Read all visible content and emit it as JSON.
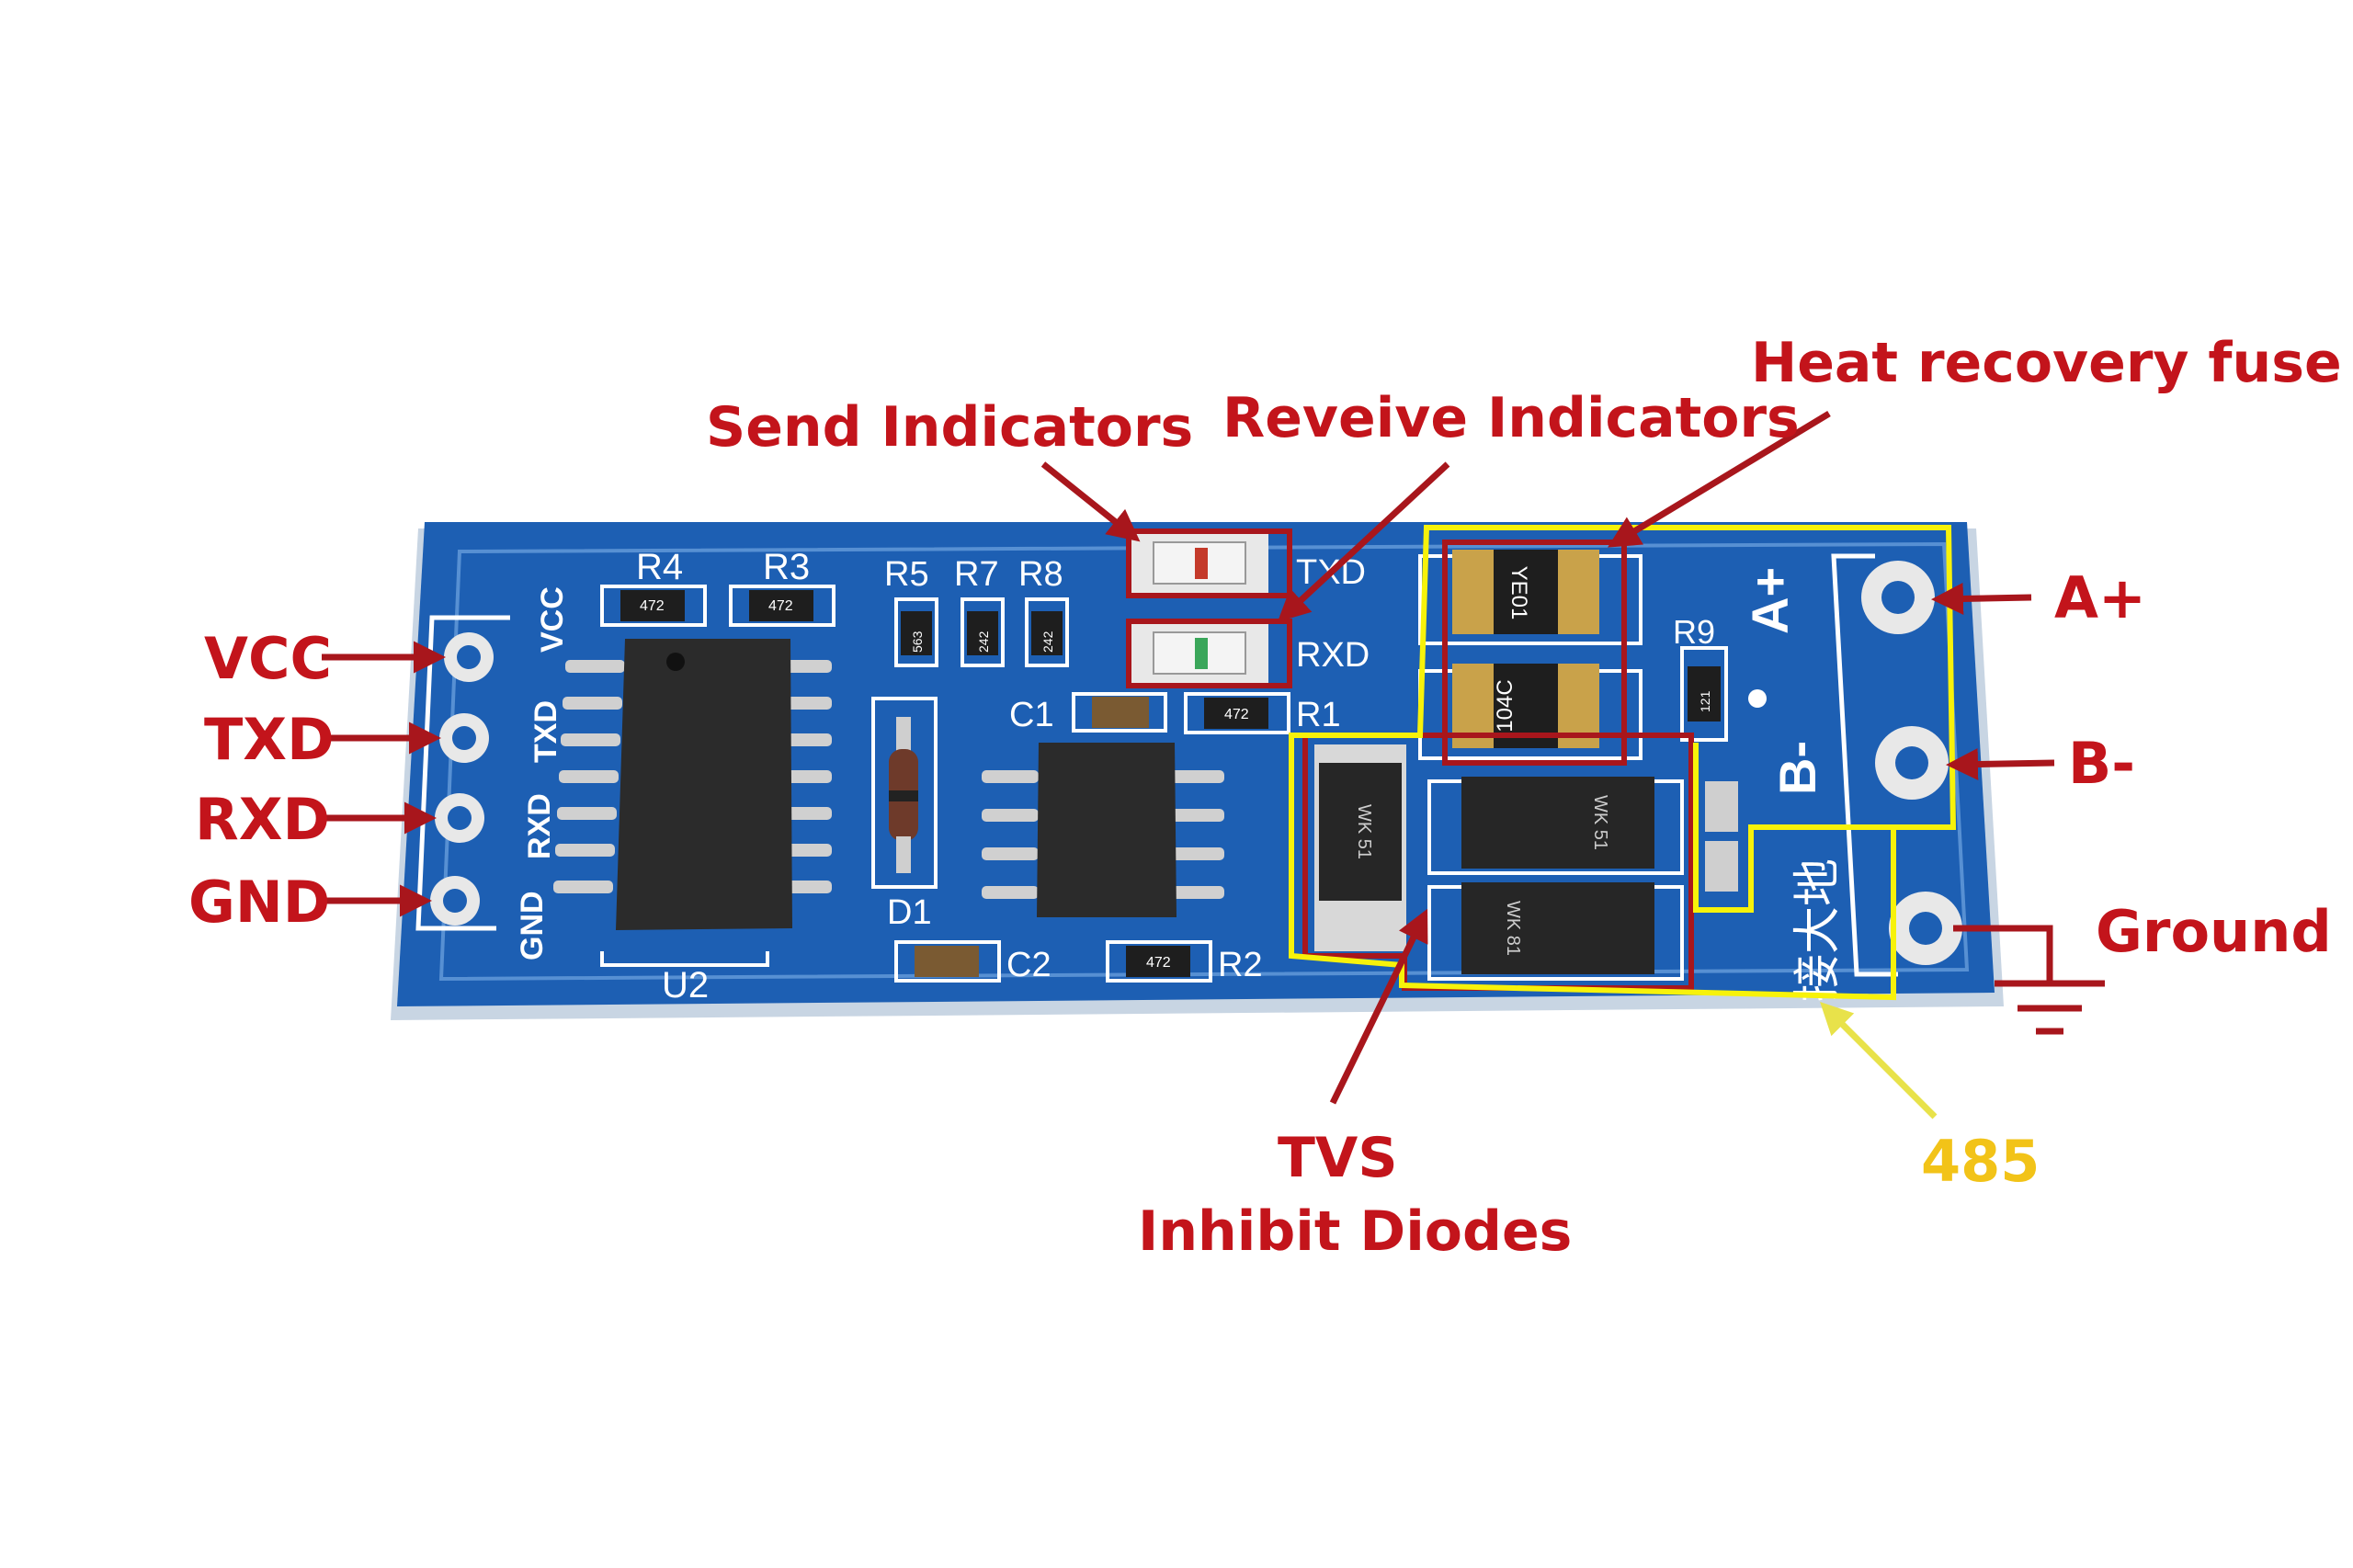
{
  "colors": {
    "label": "#c3141b",
    "yellow_label": "#f2c318",
    "pcb": "#1d5fb3",
    "silk": "#ffffff",
    "chip": "#2a2a2a",
    "fuse": "#c9a24a",
    "yellow_box": "#f7f20a"
  },
  "labels": {
    "send_indicators": "Send Indicators",
    "receive_indicators": "Reveive Indicators",
    "heat_recovery_fuse": "Heat recovery fuse",
    "vcc": "VCC",
    "txd": "TXD",
    "rxd": "RXD",
    "gnd": "GND",
    "a_plus": "A+",
    "b_minus": "B-",
    "ground": "Ground",
    "tvs_line1": "TVS",
    "tvs_line2": "Inhibit Diodes",
    "rs485": "485"
  },
  "board_silkscreen": {
    "vcc": "VCC",
    "txd": "TXD",
    "rxd": "RXD",
    "gnd": "GND",
    "r4": "R4",
    "r3": "R3",
    "r5": "R5",
    "r7": "R7",
    "r8": "R8",
    "c1": "C1",
    "r1": "R1",
    "r9": "R9",
    "c2": "C2",
    "r2": "R2",
    "d1": "D1",
    "u2": "U2",
    "txd_led": "TXD",
    "rxd_led": "RXD",
    "a_plus": "A+",
    "b_minus": "B-",
    "ground_cn": "接大地",
    "res_472a": "472",
    "res_472b": "472",
    "res_563": "563",
    "res_242a": "242",
    "res_242b": "242",
    "res_472c": "472",
    "res_121": "121",
    "res_472d": "472",
    "fuse_top": "YE01",
    "fuse_bot": "104C",
    "tvs_a": "WK 51",
    "tvs_b": "WK 51",
    "tvs_c": "WK 81"
  }
}
